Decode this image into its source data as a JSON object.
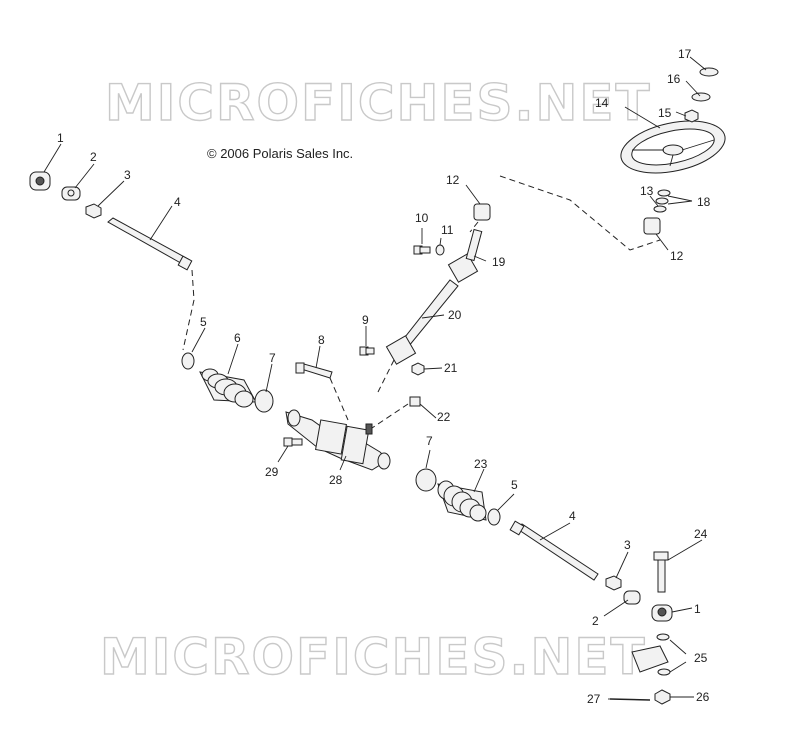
{
  "copyright": "© 2006 Polaris Sales Inc.",
  "watermark": "MICROFICHES.NET",
  "callouts": {
    "c1a": "1",
    "c2a": "2",
    "c3a": "3",
    "c4a": "4",
    "c5a": "5",
    "c6": "6",
    "c7a": "7",
    "c8": "8",
    "c9": "9",
    "c10": "10",
    "c11": "11",
    "c12a": "12",
    "c12b": "12",
    "c13": "13",
    "c14": "14",
    "c15": "15",
    "c16": "16",
    "c17": "17",
    "c18": "18",
    "c19": "19",
    "c20": "20",
    "c21": "21",
    "c22": "22",
    "c7b": "7",
    "c23": "23",
    "c5b": "5",
    "c4b": "4",
    "c3b": "3",
    "c2b": "2",
    "c1b": "1",
    "c24": "24",
    "c25": "25",
    "c26": "26",
    "c27": "27",
    "c28": "28",
    "c29": "29"
  }
}
